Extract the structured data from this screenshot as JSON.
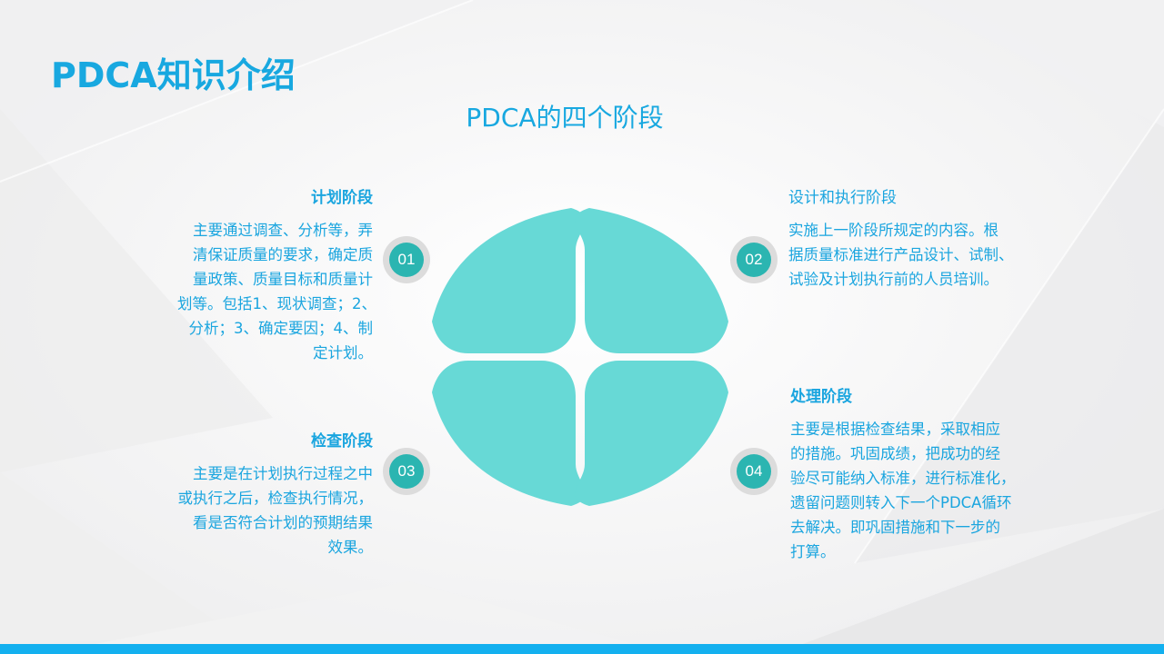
{
  "header": {
    "title": "PDCA知识介绍",
    "subtitle": "PDCA的四个阶段"
  },
  "colors": {
    "accent": "#18a8e0",
    "petal": "#67d9d6",
    "badge_fill": "#2bb5b1",
    "badge_ring": "#dcdcdc",
    "bottom_bar": "#13b0ef"
  },
  "stages": [
    {
      "number": "01",
      "title": "计划阶段",
      "lines": [
        "主要通过调查、分析等，弄",
        "清保证质量的要求，确定质",
        "量政策、质量目标和质量计",
        "划等。包括1、现状调查；2、",
        "分析；3、确定要因；4、制",
        "定计划。"
      ]
    },
    {
      "number": "02",
      "title": "设计和执行阶段",
      "lines": [
        "实施上一阶段所规定的内容。根",
        "据质量标准进行产品设计、试制、",
        "试验及计划执行前的人员培训。"
      ]
    },
    {
      "number": "03",
      "title": "检查阶段",
      "lines": [
        "主要是在计划执行过程之中",
        "或执行之后，检查执行情况，",
        "看是否符合计划的预期结果",
        "效果。"
      ]
    },
    {
      "number": "04",
      "title": "处理阶段",
      "lines": [
        "主要是根据检查结果，采取相应",
        "的措施。巩固成绩，把成功的经",
        "验尽可能纳入标准，进行标准化，",
        "遗留问题则转入下一个PDCA循环",
        "去解决。即巩固措施和下一步的",
        "打算。"
      ]
    }
  ]
}
